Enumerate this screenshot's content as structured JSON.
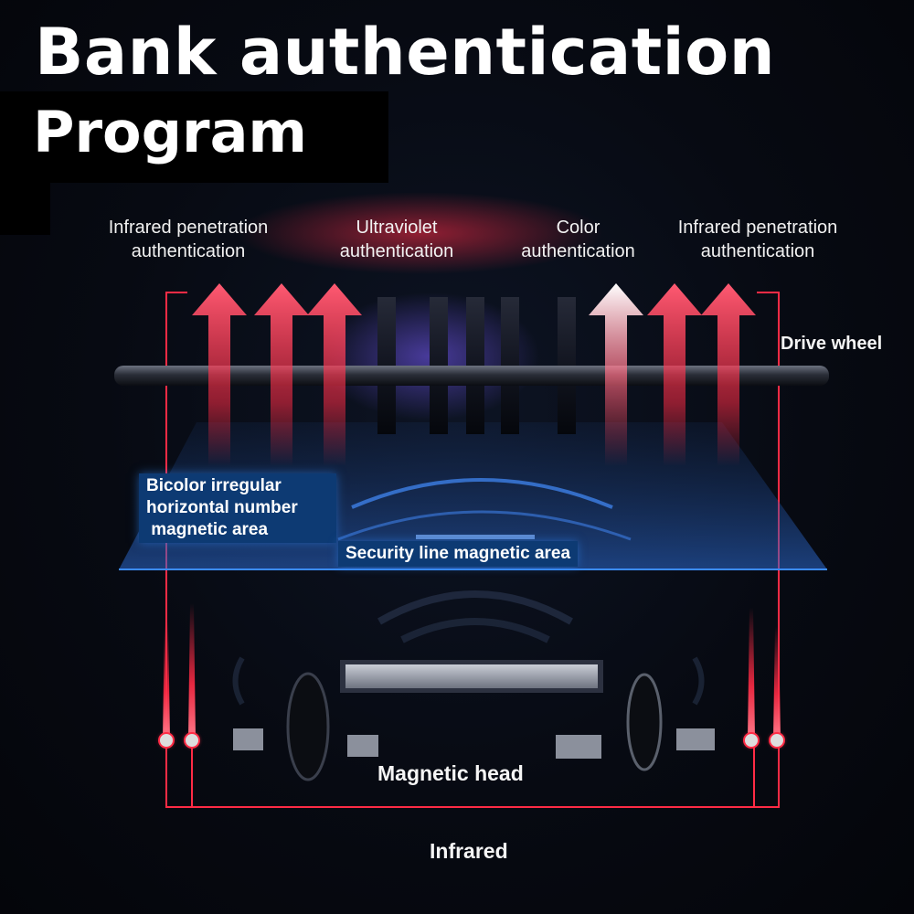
{
  "title": "Bank authentication",
  "subtitle": "Program",
  "labels": {
    "ir_left": "Infrared penetration\nauthentication",
    "uv": "Ultraviolet\nauthentication",
    "color": "Color\nauthentication",
    "ir_right": "Infrared penetration\nauthentication",
    "drive_wheel": "Drive wheel",
    "bicolor": "Bicolor irregular\nhorizontal number\n magnetic area",
    "security_line": "Security line magnetic area",
    "magnetic_head": "Magnetic head",
    "infrared": "Infrared"
  },
  "colors": {
    "red": "#ff2b45",
    "blue": "#1f6fd1",
    "uv_purple": "#7a5cff"
  }
}
